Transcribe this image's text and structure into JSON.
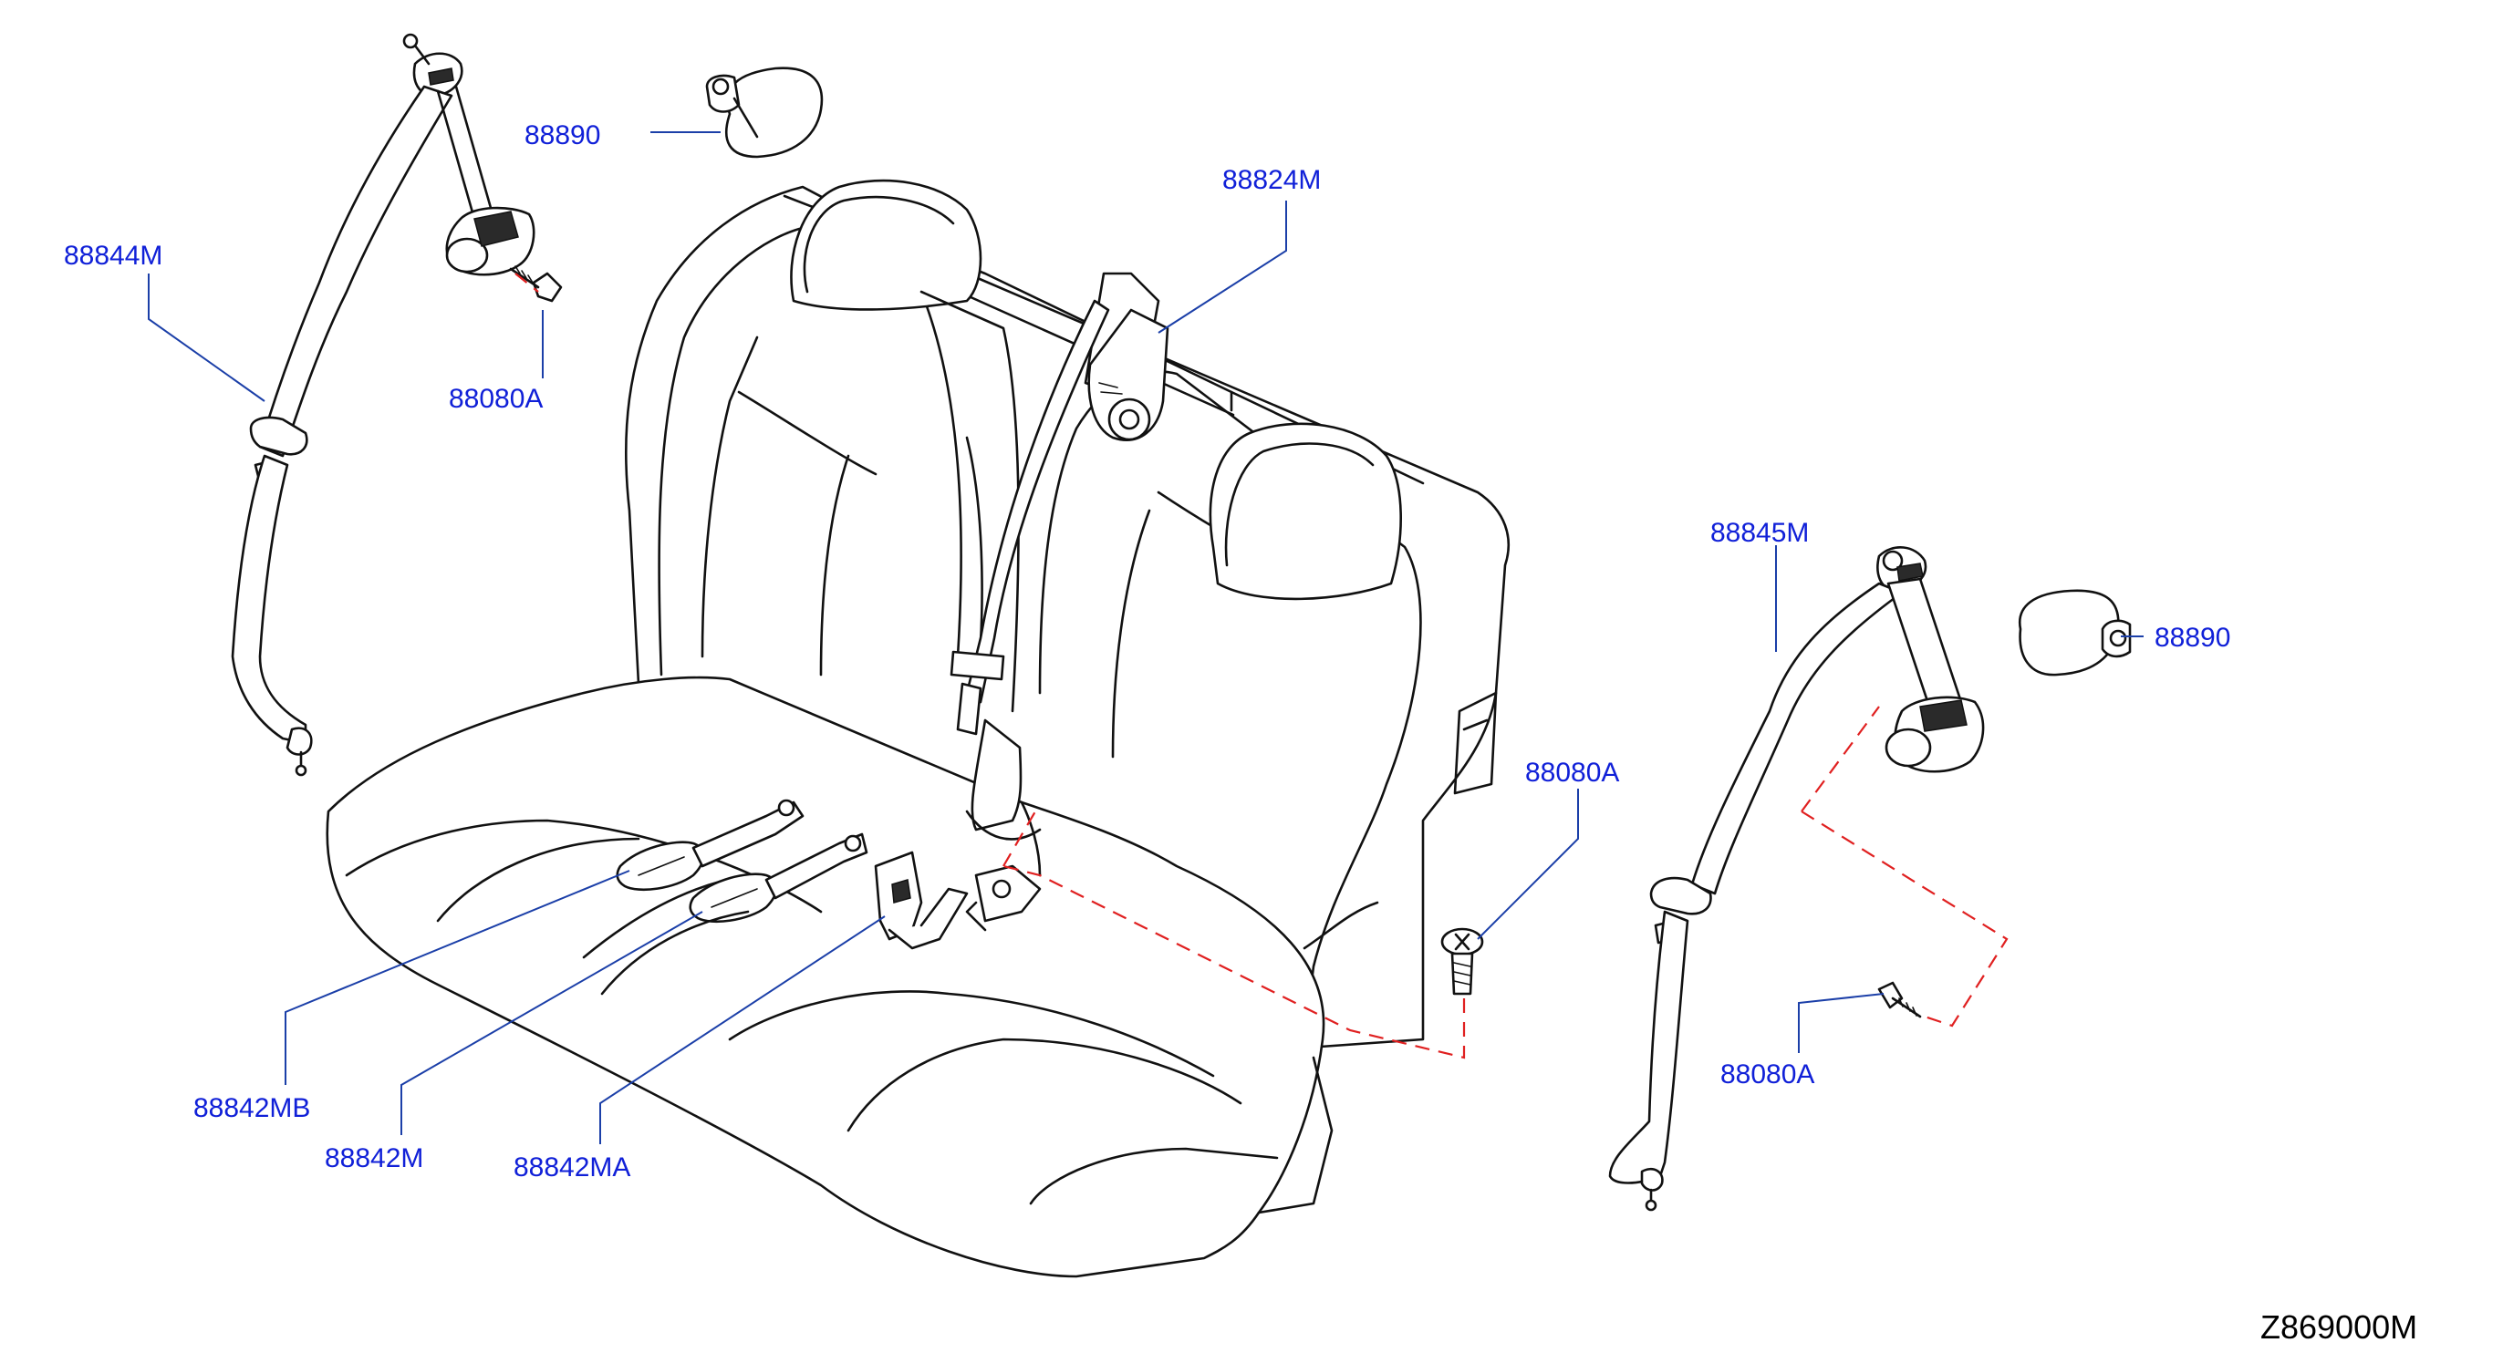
{
  "callouts": {
    "belt_rear_left": "88844M",
    "bolt_upper_left": "88080A",
    "cover_upper": "88890",
    "belt_center": "88824M",
    "belt_rear_right": "88845M",
    "cover_right": "88890",
    "bolt_center": "88080A",
    "bolt_lower_right": "88080A",
    "buckle_mb": "88842MB",
    "buckle_m": "88842M",
    "buckle_ma": "88842MA"
  },
  "diagram_code": "Z869000M",
  "colors": {
    "callout_text": "#1020d8",
    "leader_line": "#1b3fa8",
    "dashed_line": "#e02020",
    "outline": "#111111"
  }
}
